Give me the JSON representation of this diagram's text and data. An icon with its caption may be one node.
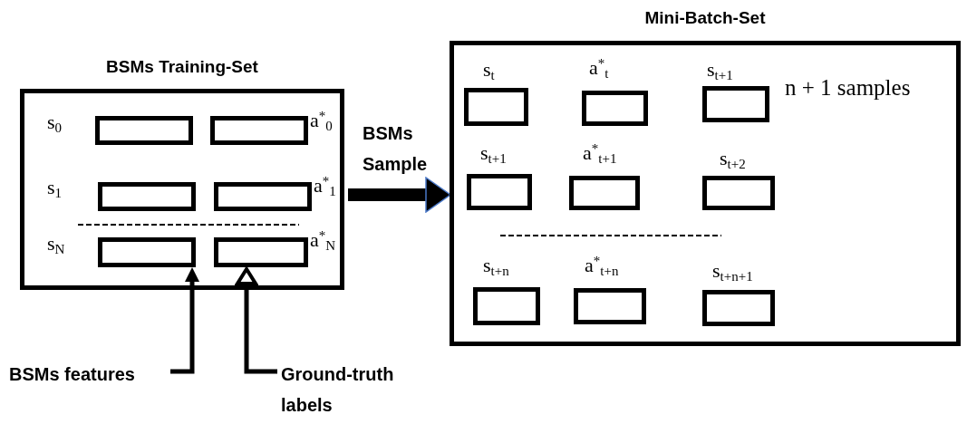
{
  "diagram": {
    "nodes": [
      {
        "text": [
          "BSMs Training-Set"
        ]
      },
      {
        "text": [
          "s$_{0}$"
        ],
        "in": 0
      },
      {
        "text": [
          "a$^{*}$$_{0}$"
        ],
        "in": 0
      },
      {
        "text": [
          "s$_{1}$"
        ],
        "in": 0
      },
      {
        "text": [
          "a$^{*}$$_{1}$"
        ],
        "in": 0
      },
      {
        "text": [
          "s$_{N}$"
        ],
        "in": 0
      },
      {
        "text": [
          "a$^{*}$$_{N}$"
        ],
        "in": 0
      },
      {
        "text": [
          "Mini-Batch-Set"
        ]
      },
      {
        "text": [
          "s$_{t}$"
        ],
        "in": 7
      },
      {
        "text": [
          "a$^{*}$$_{t}$"
        ],
        "in": 7
      },
      {
        "text": [
          "s$_{t+1}$"
        ],
        "in": 7
      },
      {
        "text": [
          "s$_{t+1}$"
        ],
        "in": 7
      },
      {
        "text": [
          "a$^{*}$$_{t+1}$"
        ],
        "in": 7
      },
      {
        "text": [
          "s$_{t+2}$"
        ],
        "in": 7
      },
      {
        "text": [
          "s$_{t+n}$"
        ],
        "in": 7
      },
      {
        "text": [
          "a$^{*}$$_{t+n}$"
        ],
        "in": 7
      },
      {
        "text": [
          "s$_{t+n+1}$"
        ],
        "in": 7
      },
      {
        "text": [
          "BSMs features"
        ]
      },
      {
        "text": [
          "Ground-truth labels"
        ]
      }
    ],
    "edges": [
      {
        "from": 17,
        "to": 5,
        "arrow": "to"
      },
      {
        "from": 18,
        "to": 6,
        "arrow": "to"
      },
      {
        "from": 0,
        "to": 7,
        "arrow": "to",
        "label": "BSMs Sample",
        "style": "thick"
      }
    ],
    "labels": [
      "n + 1 samples"
    ]
  }
}
